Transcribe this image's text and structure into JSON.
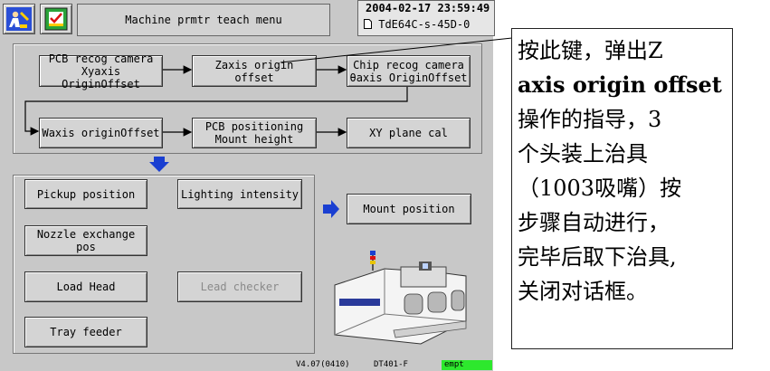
{
  "header": {
    "title": "Machine prmtr teach menu",
    "datetime": "2004-02-17  23:59:49",
    "file": "TdE64C-s-45D-0"
  },
  "flow": {
    "row1": [
      {
        "line1": "PCB recog camera",
        "line2": "Xyaxis OriginOffset"
      },
      {
        "line1": "Zaxis origin offset",
        "line2": ""
      },
      {
        "line1": "Chip recog camera",
        "line2": "θaxis OriginOffset"
      }
    ],
    "row2": [
      {
        "line1": "Waxis originOffset",
        "line2": ""
      },
      {
        "line1": "PCB positioning",
        "line2": "Mount height"
      },
      {
        "line1": "XY plane cal",
        "line2": ""
      }
    ]
  },
  "buttons": {
    "pickup": "Pickup position",
    "lighting": "Lighting intensity",
    "nozzle": "Nozzle exchange pos",
    "load_head": "Load Head",
    "lead_checker": "Lead checker",
    "tray_feeder": "Tray feeder",
    "mount_position": "Mount position"
  },
  "status": {
    "version": "V4.07(0410)",
    "model": "DT401-F",
    "state": "empt"
  },
  "annotation": {
    "line1": "按此键，弹出Z",
    "line2_en": "axis origin offset",
    "line3": "操作的指导，3",
    "line4": "个头装上治具",
    "line5": "（1003吸嘴）按",
    "line6": "步骤自动进行，",
    "line7": "完毕后取下治具,",
    "line8": "关闭对话框。"
  },
  "colors": {
    "screen_bg": "#c8c8c8",
    "button_bg": "#d4d4d4",
    "arrow_blue": "#1a3fd1",
    "status_green": "#2de82d"
  },
  "icons": {
    "left_header": "person-tool-icon",
    "right_header": "checklist-icon"
  }
}
